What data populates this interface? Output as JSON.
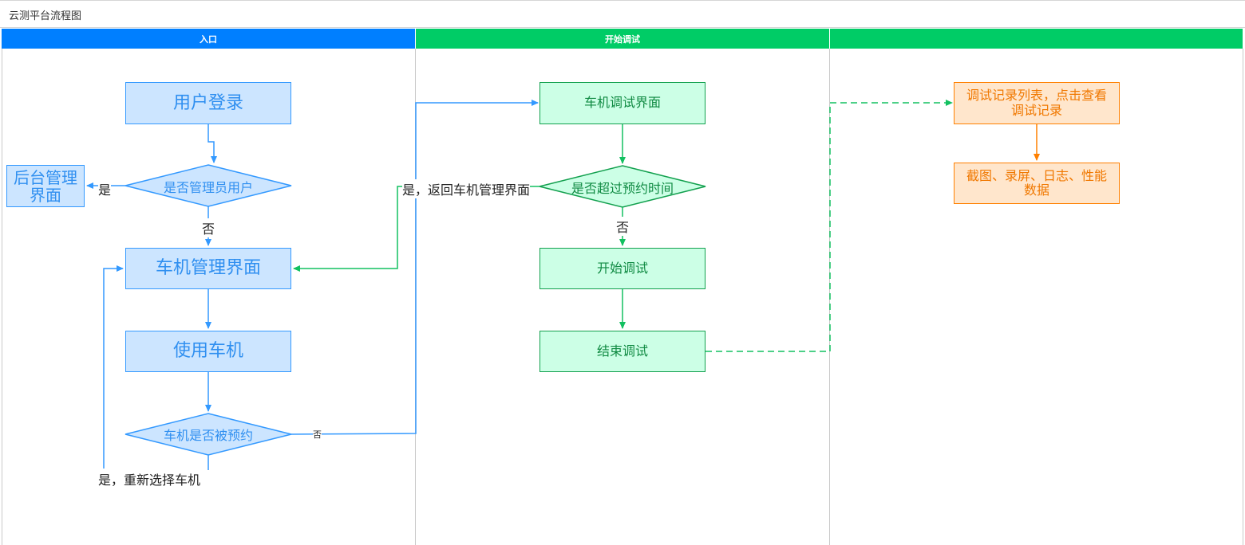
{
  "window": {
    "title": "云测平台流程图"
  },
  "lanes": [
    {
      "header": "入口",
      "color": "#007fff"
    },
    {
      "header": "开始调试",
      "color": "#00cc66"
    },
    {
      "header": "",
      "color": "#00cc66"
    }
  ],
  "nodes": {
    "user_login": "用户登录",
    "is_admin": "是否管理员用户",
    "backend_admin": "后台管理界面",
    "car_manage": "车机管理界面",
    "use_car": "使用车机",
    "is_reserved": "车机是否被预约",
    "car_debug_ui": "车机调试界面",
    "over_time": "是否超过预约时间",
    "start_debug": "开始调试",
    "end_debug": "结束调试",
    "debug_records": "调试记录列表，点击查看调试记录",
    "screenshot_data": "截图、录屏、日志、性能数据"
  },
  "edge_labels": {
    "admin_yes": "是",
    "admin_no": "否",
    "return_yes": "是，返回车机管理界面",
    "time_no": "否",
    "reserved_no": "否",
    "reserved_yes": "是，重新选择车机"
  },
  "colors": {
    "blue": "#3399ff",
    "green": "#12a04e",
    "orange": "#ff8000",
    "dashed_green": "#00cc66"
  }
}
